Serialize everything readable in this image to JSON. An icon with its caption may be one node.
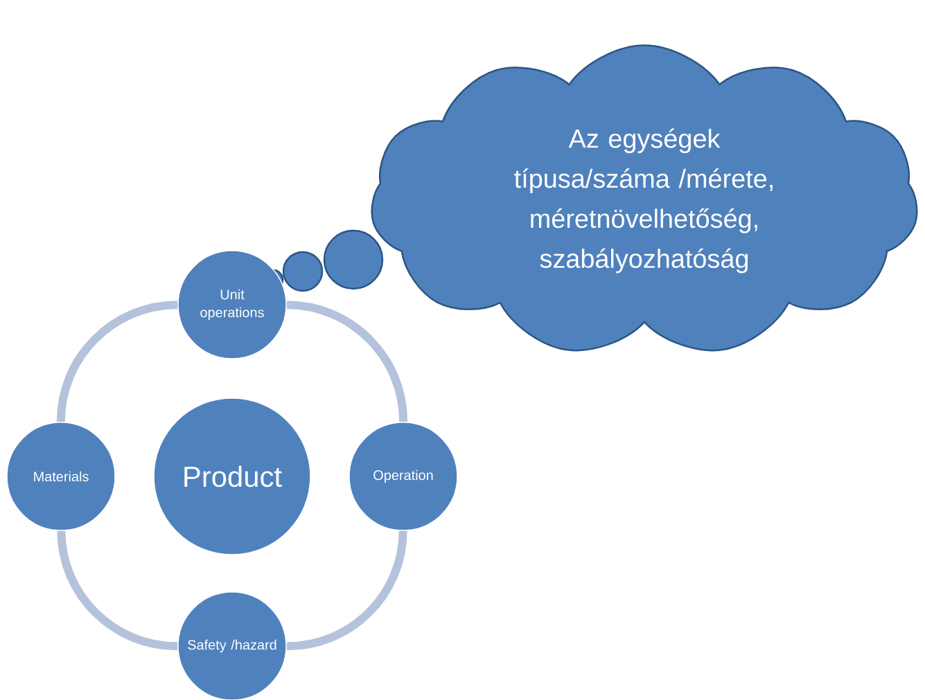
{
  "diagram": {
    "nodes": [
      {
        "text": [
          "Az egységek típusa/száma /mérete, méretnövelhetőség, szabályozhatóság"
        ]
      },
      {
        "text": [
          "Unit operations"
        ]
      },
      {
        "text": [
          "Product"
        ]
      },
      {
        "text": [
          "Materials"
        ]
      },
      {
        "text": [
          "Operation"
        ]
      },
      {
        "text": [
          "Safety /hazard"
        ]
      }
    ],
    "edges": [
      {
        "from": 1,
        "to": 4,
        "arrow": "none"
      },
      {
        "from": 4,
        "to": 5,
        "arrow": "none"
      },
      {
        "from": 5,
        "to": 3,
        "arrow": "none"
      },
      {
        "from": 3,
        "to": 1,
        "arrow": "none"
      }
    ]
  }
}
